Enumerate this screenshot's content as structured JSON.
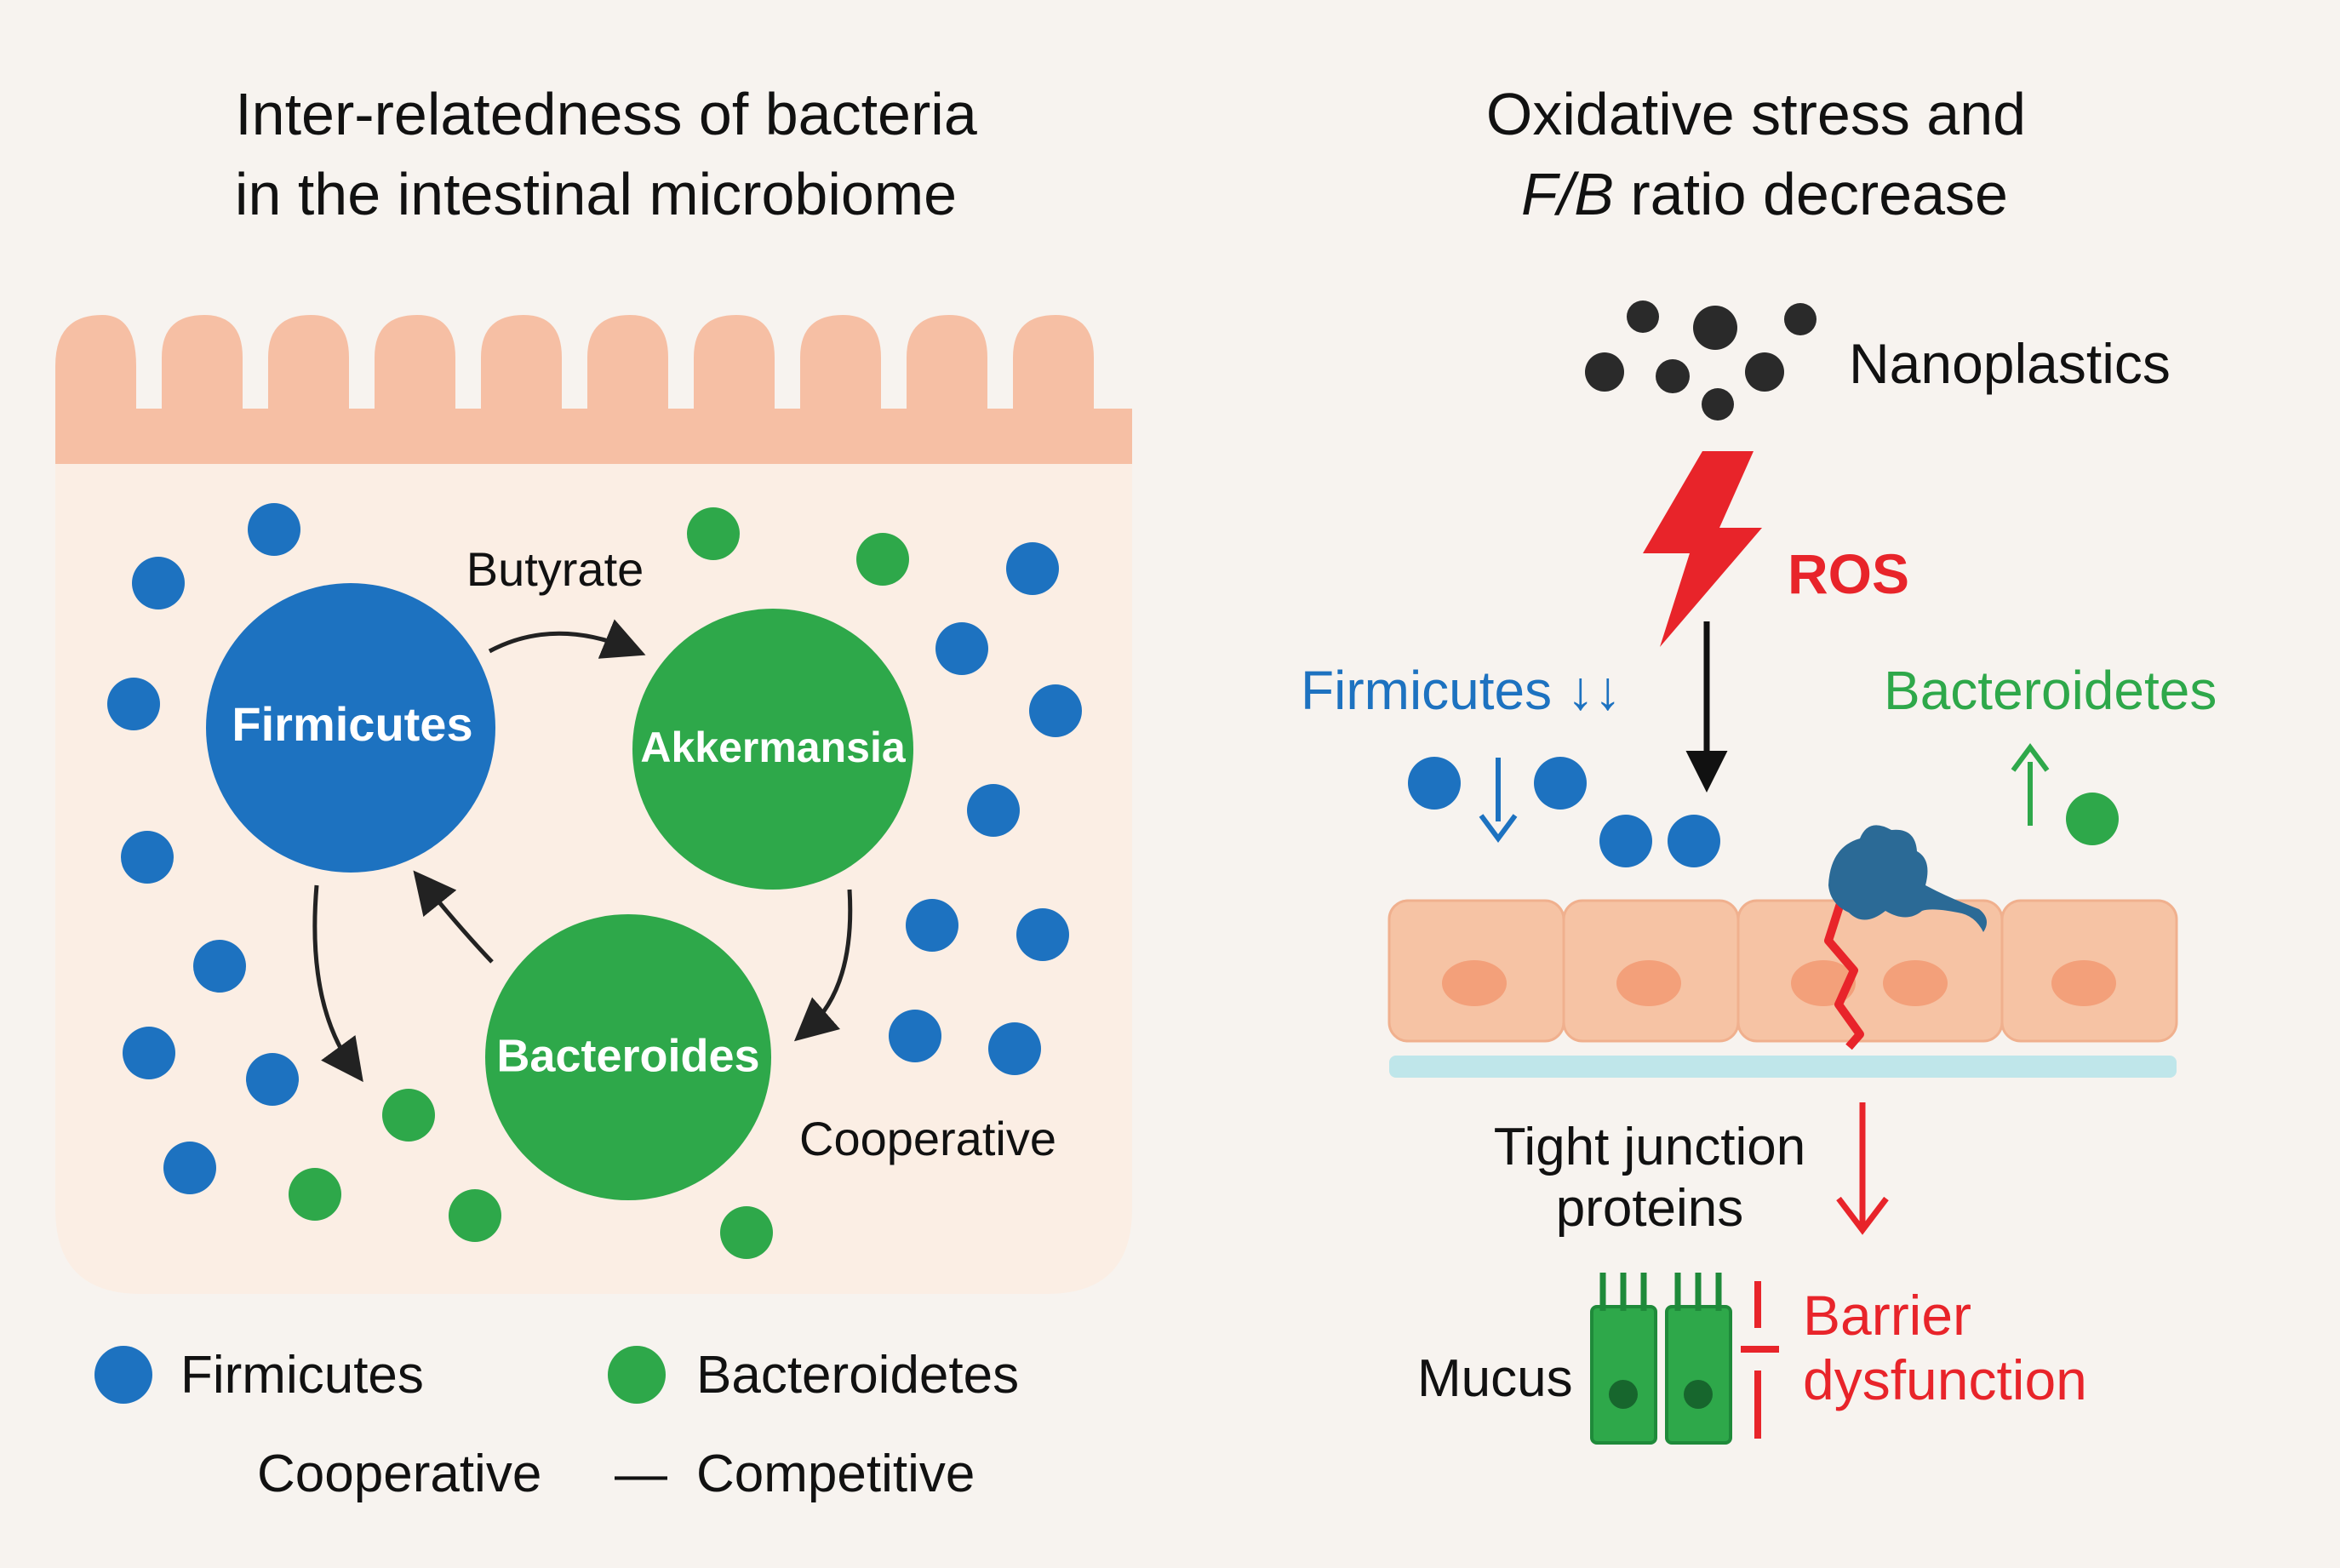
{
  "left_panel": {
    "title_line1": "Inter-relatedness of bacteria",
    "title_line2": "in the intestinal microbiome",
    "firmicutes_label": "Firmicutes",
    "akkermansia_label": "Akkermansia",
    "bacteroides_label": "Bacteroides",
    "butyrate_label": "Butyrate",
    "cooperative_label": "Cooperative",
    "legend": {
      "firmicutes": "Firmicutes",
      "bacteroidetes": "Bacteroidetes",
      "cooperative": "Cooperative",
      "dash": "—",
      "competitive": "Competitive"
    }
  },
  "right_panel": {
    "title_line1": "Oxidative stress and",
    "title_line2_italic": "F/B",
    "title_line2_rest": " ratio decrease",
    "nanoplastics_label": "Nanoplastics",
    "ros_label": "ROS",
    "firmicutes_label": "Firmicutes ↓↓",
    "bacteroidetes_label": "Bacteroidetes",
    "tight_junction_line1": "Tight junction",
    "tight_junction_line2": "proteins",
    "mucus_label": "Mucus",
    "barrier_line1": "Barrier",
    "barrier_line2": "dysfunction"
  },
  "colors": {
    "blue": "#1d72c0",
    "green": "#2ea84a",
    "red": "#e8242a",
    "villi": "#f6bfa4",
    "lumen": "#fbeee4",
    "background": "#f7f3ef"
  }
}
